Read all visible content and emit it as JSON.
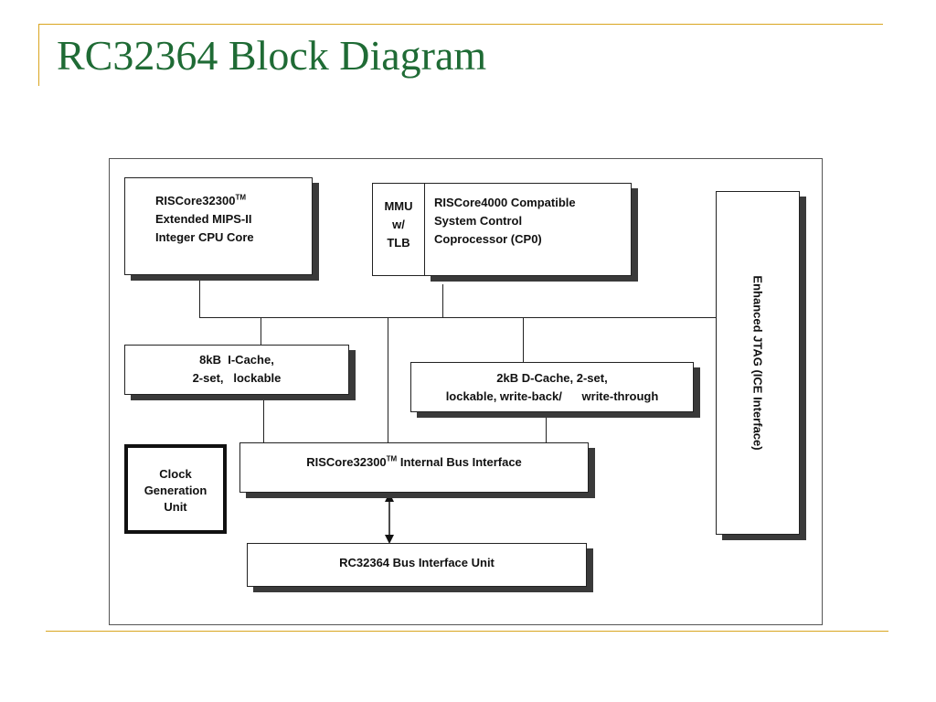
{
  "slide": {
    "title": "RC32364 Block Diagram"
  },
  "diagram": {
    "cpu_core": {
      "line1": "RISCore32300",
      "line1_tm": "TM",
      "line2": "Extended MIPS-II",
      "line3": "Integer CPU Core"
    },
    "mmu": {
      "line1": "MMU",
      "line2": "w/",
      "line3": "TLB"
    },
    "cp0": {
      "line1": "RISCore4000 Compatible",
      "line2": "System Control",
      "line3": "Coprocessor (CP0)"
    },
    "icache": {
      "line1": "8kB  I-Cache,",
      "line2": "2-set,   lockable"
    },
    "dcache": {
      "line1": "2kB D-Cache, 2-set,",
      "line2": "lockable, write-back/      write-through"
    },
    "internal_bus": {
      "label": "RISCore32300",
      "label_tm": "TM",
      "label_rest": " Internal Bus Interface"
    },
    "clock": {
      "line1": "Clock",
      "line2": "Generation",
      "line3": "Unit"
    },
    "bus_interface_unit": {
      "label": "RC32364 Bus Interface Unit"
    },
    "jtag": {
      "label": "Enhanced JTAG (ICE Interface)"
    }
  },
  "colors": {
    "title": "#1f6b35",
    "rule": "#d9a520",
    "shadow": "#3a3a3a"
  }
}
